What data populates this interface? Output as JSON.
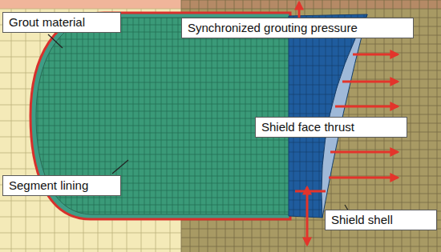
{
  "diagram": {
    "nodes": [
      {
        "text": [
          "Grout material"
        ]
      },
      {
        "text": [
          "Synchronized grouting pressure"
        ]
      },
      {
        "text": [
          "Shield face thrust"
        ]
      },
      {
        "text": [
          "Segment lining"
        ]
      },
      {
        "text": [
          "Shield shell"
        ]
      }
    ]
  }
}
